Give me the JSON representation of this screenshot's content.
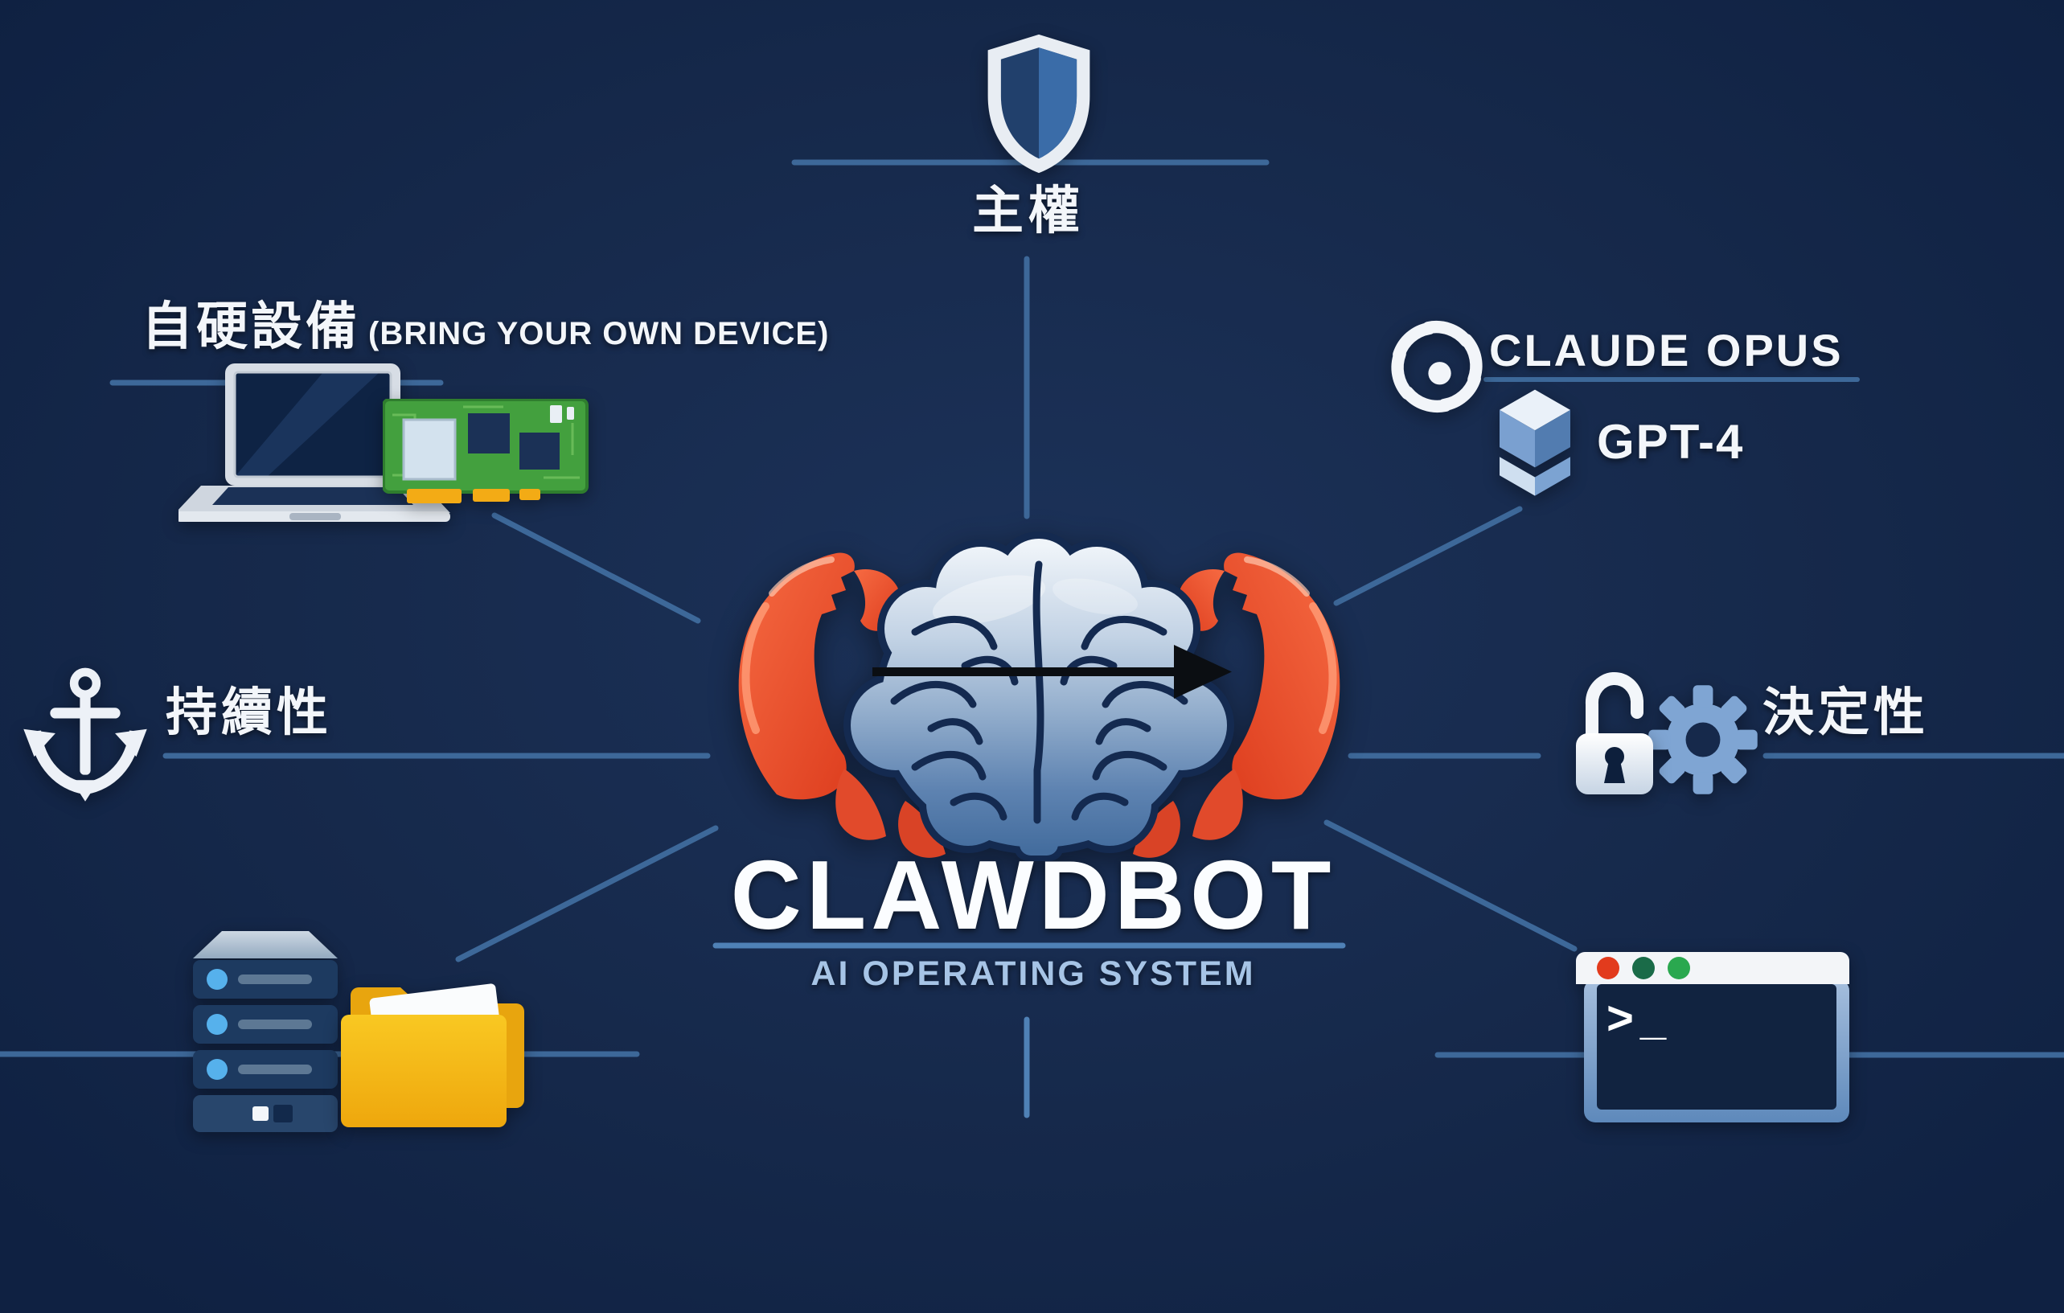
{
  "palette": {
    "background": "#16294b",
    "connector_line": "#3d6899",
    "connector_line_bright": "#4f81b6",
    "claw_red": "#e04527",
    "brain_blue": "#8fa9c9",
    "folder_yellow": "#f3b91a",
    "board_green": "#43a03e",
    "subtitle_blue": "#a6c4e6"
  },
  "center": {
    "title": "CLAWDBOT",
    "subtitle": "AI OPERATING SYSTEM",
    "logo": "crab-claws-brain-with-arrow"
  },
  "nodes": {
    "sovereignty": {
      "label": "主權",
      "icon": "shield-icon"
    },
    "byod": {
      "label_cjk": "自硬設備",
      "label_en": "(BRING YOUR OWN DEVICE)",
      "icons": [
        "laptop-icon",
        "circuit-board-icon"
      ]
    },
    "models": {
      "claude_label": "CLAUDE OPUS",
      "claude_icon": "knot-logo-icon",
      "gpt_label": "GPT-4",
      "gpt_icon": "cube-stack-icon"
    },
    "persistence": {
      "label": "持續性",
      "icon": "anchor-icon"
    },
    "determinism": {
      "label": "決定性",
      "icons": [
        "padlock-icon",
        "gear-icon"
      ]
    },
    "storage": {
      "icons": [
        "server-rack-icon",
        "folder-icon"
      ]
    },
    "terminal": {
      "icon": "terminal-window-icon",
      "prompt": ">_"
    }
  }
}
